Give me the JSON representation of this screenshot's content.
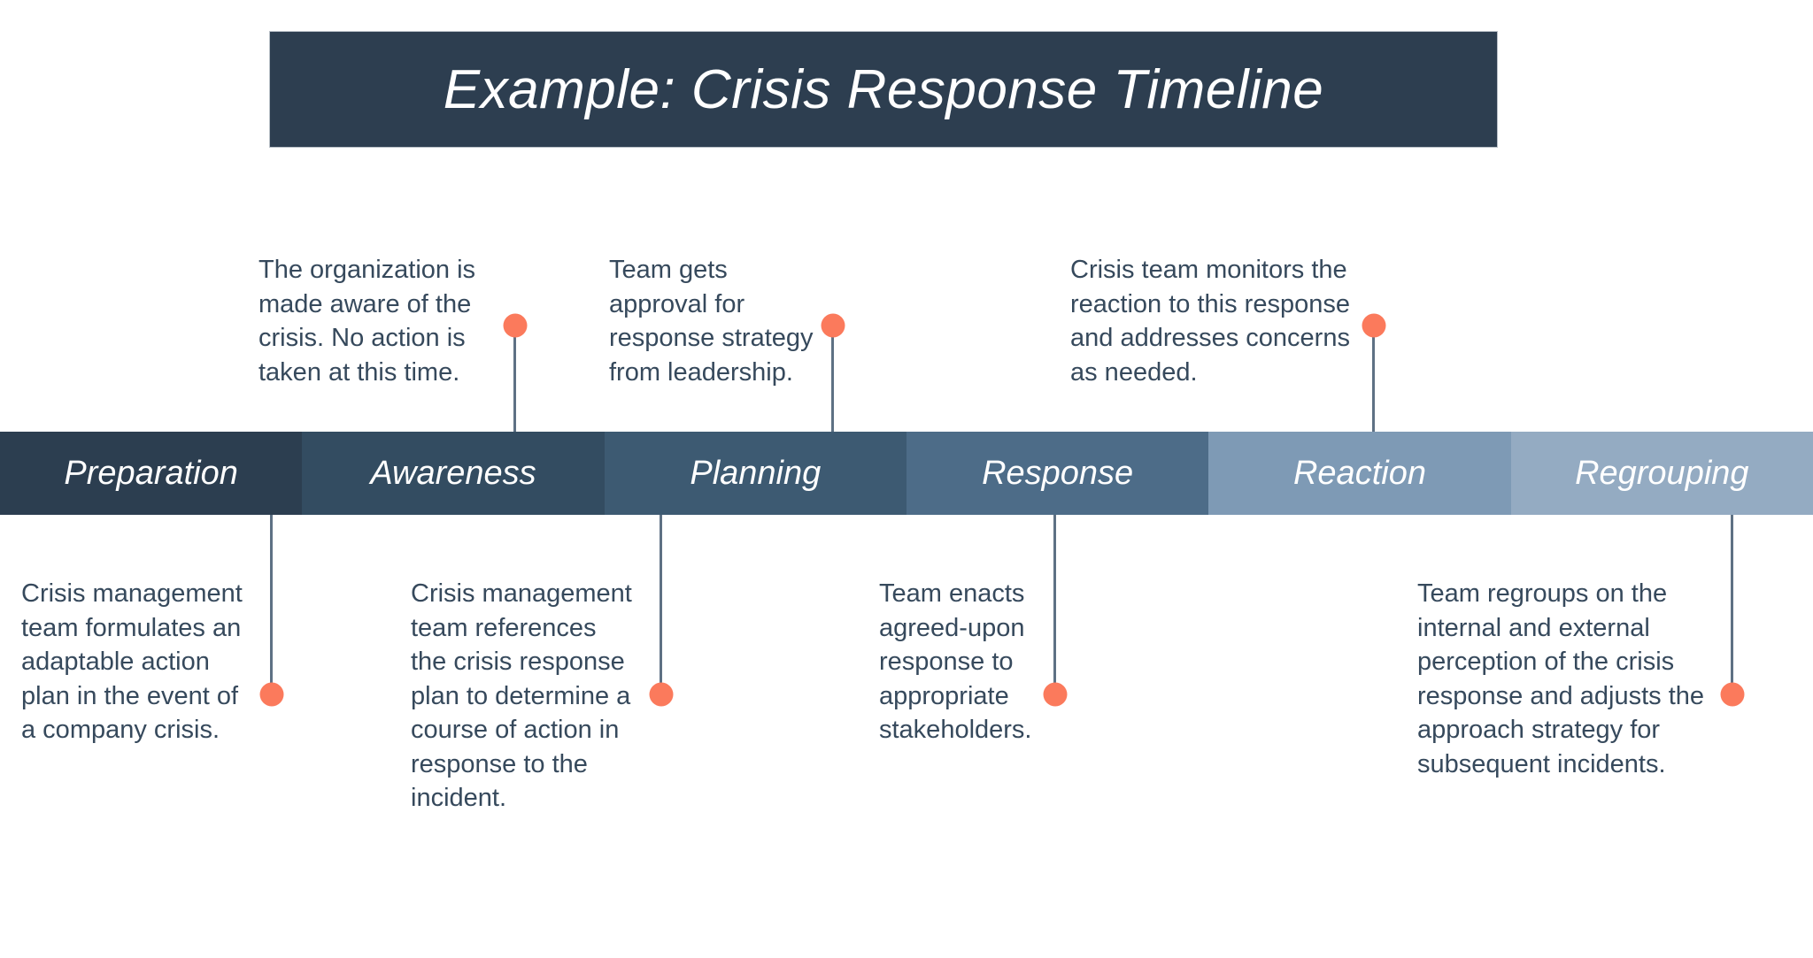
{
  "title": {
    "text": "Example: Crisis Response Timeline",
    "background": "#2d3e50",
    "color": "#ffffff"
  },
  "colors": {
    "accent_dot": "#fb7a5c",
    "connector": "#5e7184",
    "text": "#36495c",
    "title_bg": "#2d3e50"
  },
  "timeline": {
    "segments": [
      {
        "label": "Preparation",
        "color": "#2c3e50"
      },
      {
        "label": "Awareness",
        "color": "#334c61"
      },
      {
        "label": "Planning",
        "color": "#3d5a72"
      },
      {
        "label": "Response",
        "color": "#4d6c88"
      },
      {
        "label": "Reaction",
        "color": "#7e9ab5"
      },
      {
        "label": "Regrouping",
        "color": "#94abc2"
      }
    ]
  },
  "annotations": {
    "above": [
      {
        "segment": "Awareness",
        "text": "The organization is made aware of the crisis. No action is taken at this time."
      },
      {
        "segment": "Planning",
        "text": "Team gets approval for response strategy from leadership."
      },
      {
        "segment": "Reaction",
        "text": "Crisis team monitors the reaction to this response and addresses concerns as needed."
      }
    ],
    "below": [
      {
        "segment": "Preparation",
        "text": "Crisis management team formulates an adaptable action plan in the event of a company crisis."
      },
      {
        "segment": "Planning",
        "text": "Crisis management team references the crisis response plan to determine a course of action in response to the incident."
      },
      {
        "segment": "Response",
        "text": "Team enacts agreed-upon response to appropriate stakeholders."
      },
      {
        "segment": "Regrouping",
        "text": "Team regroups on the internal and external perception of the crisis response and adjusts the approach strategy for subsequent incidents."
      }
    ]
  }
}
